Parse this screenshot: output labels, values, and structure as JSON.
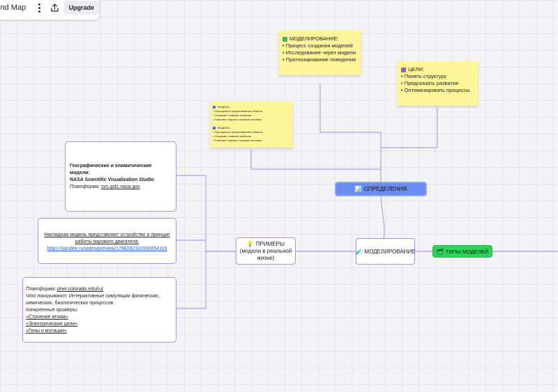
{
  "toolbar": {
    "title": "ind Map",
    "upgrade_label": "Upgrade"
  },
  "stickies": {
    "modeling": {
      "heading": "МОДЕЛИРОВАНИЕ:",
      "color": "#3fb36b",
      "items": [
        "Процесс создания моделей",
        "Исследование через модели",
        "Прогнозирование поведения"
      ]
    },
    "goals": {
      "heading": "ЦЕЛИ:",
      "color": "#9b59d8",
      "items": [
        "Понять структуру",
        "Предсказать развитие",
        "Оптимизировать процессы"
      ]
    },
    "model_small": {
      "blocks": [
        {
          "heading": "МОДЕЛЬ:",
          "items": [
            "Упрощенное представление объекта",
            "Отражает главные свойства",
            "Помогает изучать сложные системы"
          ]
        },
        {
          "heading": "МОДЕЛЬ:",
          "items": [
            "Упрощенное представление объекта",
            "Отражает главные свойства",
            "Помогает изучать сложные системы"
          ]
        }
      ]
    }
  },
  "nodes": {
    "definitions": {
      "label": "ОПРЕДЕЛЕНИЯ",
      "emoji": "📊"
    },
    "modeling": {
      "label": "МОДЕЛИРОВАНИЕ",
      "emoji": "🧪"
    },
    "model_types": {
      "label": "ТИПЫ МОДЕЛЕЙ",
      "emoji": "🗂"
    },
    "examples": {
      "label": "ПРИМЕРЫ",
      "sublabel": "(модели в реальной жизни)",
      "emoji": "💡"
    }
  },
  "cards": {
    "geo": {
      "title": "Географические и климатические модели:",
      "subtitle": "NASA Scientific Visualization Studio",
      "platform_label": "Платформа:",
      "platform_value": "svs.gsfc.nasa.gov"
    },
    "steam": {
      "text": "Наглядная модель представляет устройство и принцип работы парового двигателя:",
      "url": "https://yandex.ru/video/preview/1766282332930654116"
    },
    "phet": {
      "platform_label": "Платформа:",
      "platform_value": "phet.colorado.edu/ru/",
      "shows_label": "Что показывают:",
      "shows_value": "Интерактивные симуляции физических, химических, биологических процессов",
      "examples_label": "Конкретные примеры:",
      "examples": [
        "«Строение атома»",
        "«Электрические цепи»",
        "«Гены и мутации»"
      ]
    }
  },
  "colors": {
    "connector": "#b59be6",
    "node_border": "#b18ee8",
    "definitions_fill": "#6b8cf0",
    "types_fill": "#2fd25a",
    "sticky_fill": "#fdf59a"
  }
}
